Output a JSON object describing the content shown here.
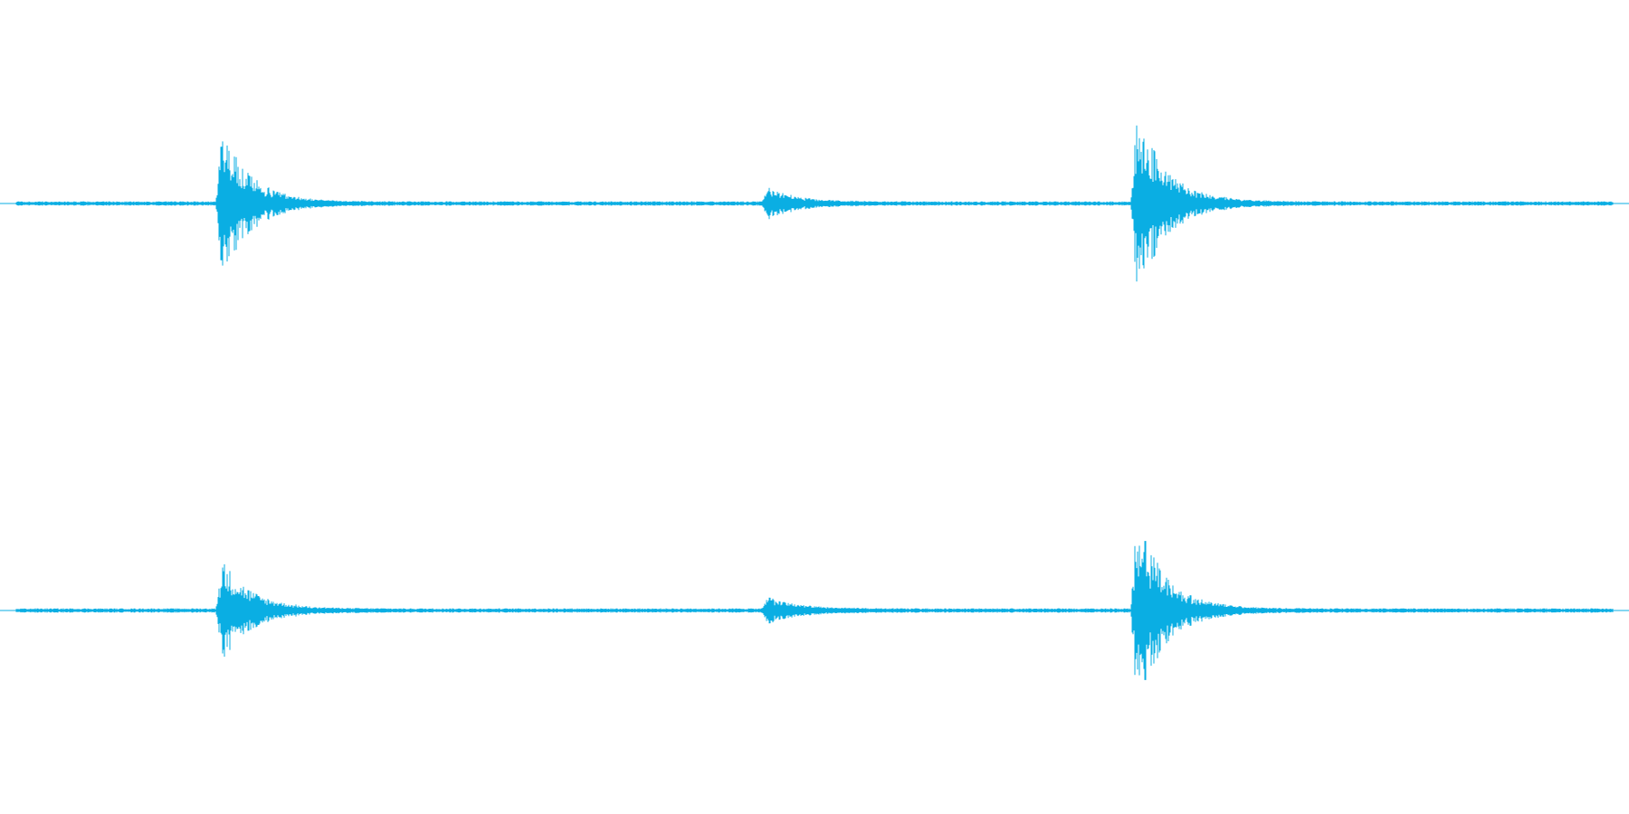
{
  "colors": {
    "background": "#ffffff",
    "waveform": "#0aaee3"
  },
  "waveform": {
    "channel_count": 2,
    "channels": [
      {
        "label": "",
        "bursts": [
          {
            "at": 0.129,
            "peak": 0.4
          },
          {
            "at": 0.471,
            "peak": 0.08
          },
          {
            "at": 0.702,
            "peak": 0.52
          }
        ]
      },
      {
        "label": "",
        "bursts": [
          {
            "at": 0.129,
            "peak": 0.28
          },
          {
            "at": 0.471,
            "peak": 0.07
          },
          {
            "at": 0.702,
            "peak": 0.52
          }
        ]
      }
    ]
  }
}
